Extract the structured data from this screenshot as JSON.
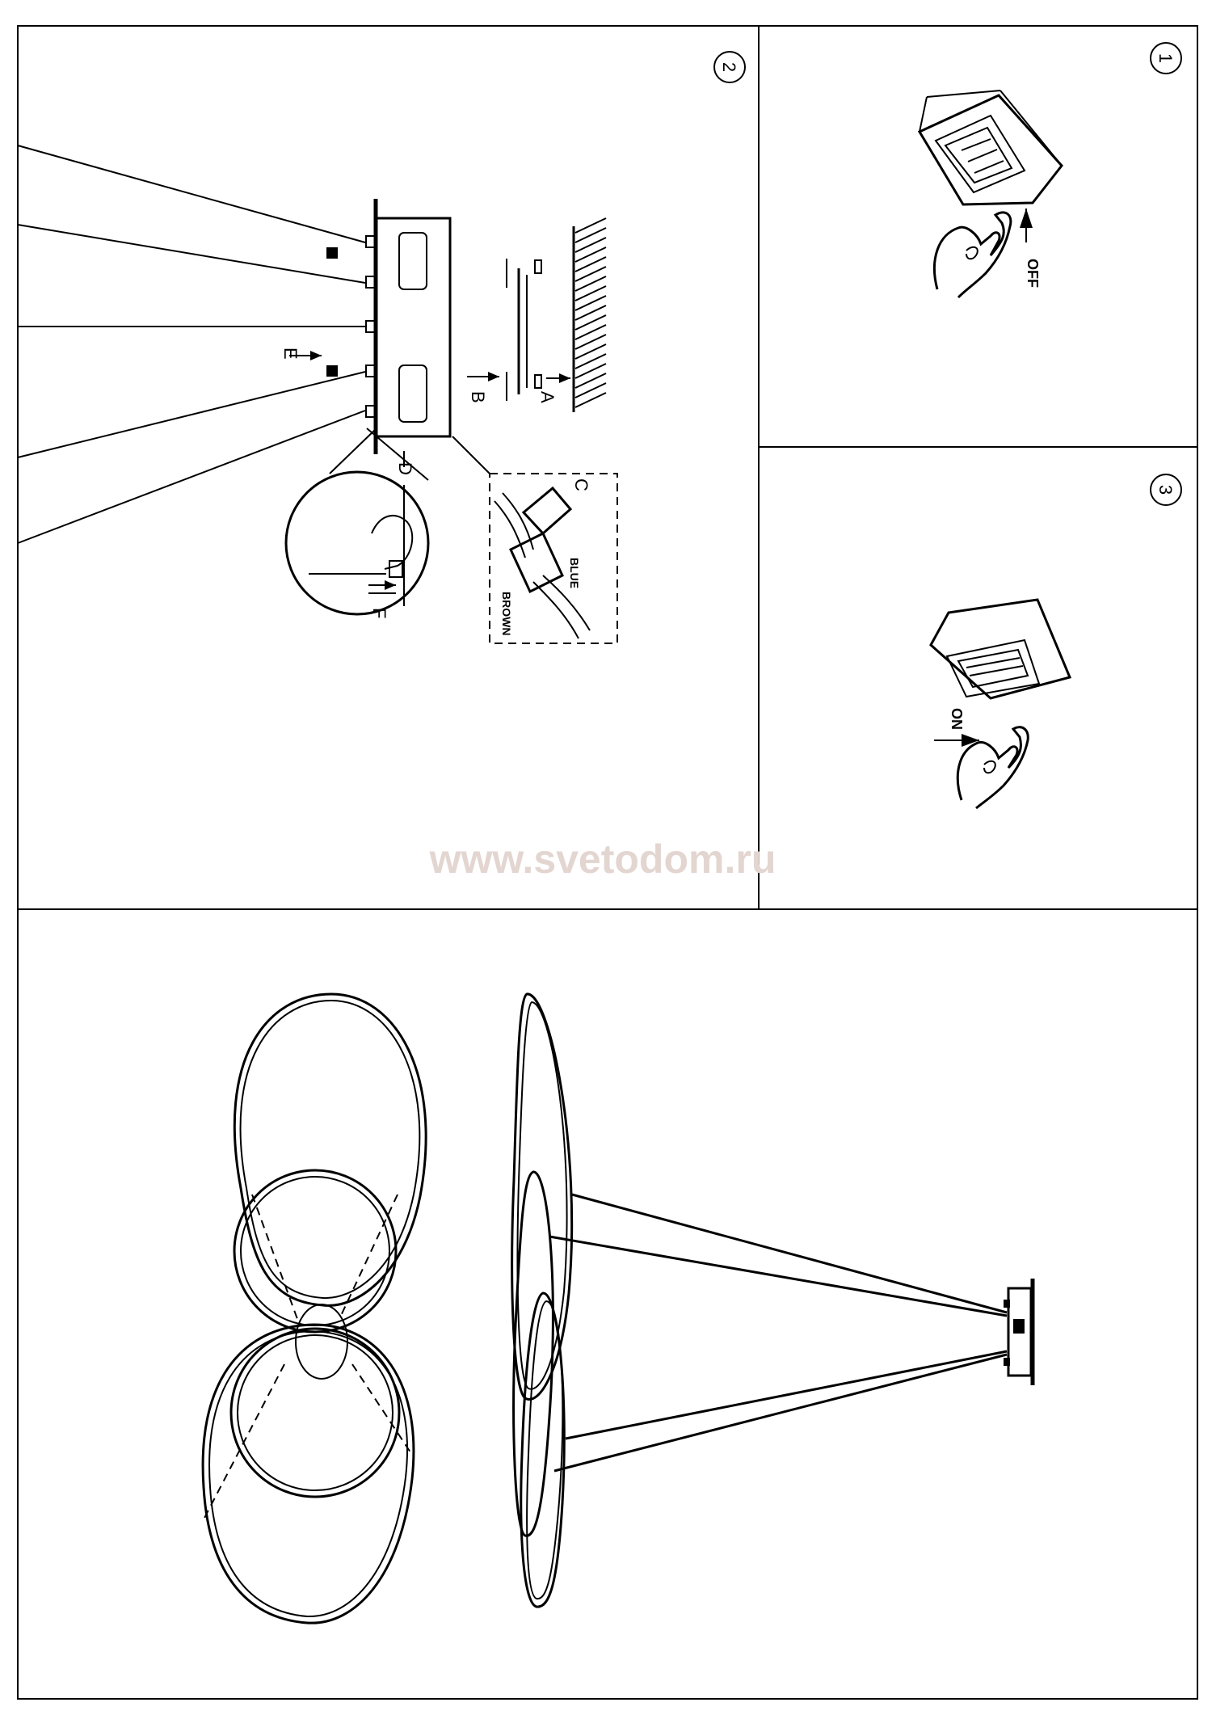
{
  "steps": {
    "step1": "1",
    "step2": "2",
    "step3": "3"
  },
  "labels": {
    "off": "OFF",
    "on": "ON",
    "a": "A",
    "b": "B",
    "c": "C",
    "d": "D",
    "e": "E",
    "f": "F",
    "blue": "BLUE",
    "brown": "BROWN"
  },
  "watermark": "www.svetodom.ru",
  "colors": {
    "line": "#000000",
    "watermark": "#e3d6d1",
    "background": "#ffffff"
  }
}
